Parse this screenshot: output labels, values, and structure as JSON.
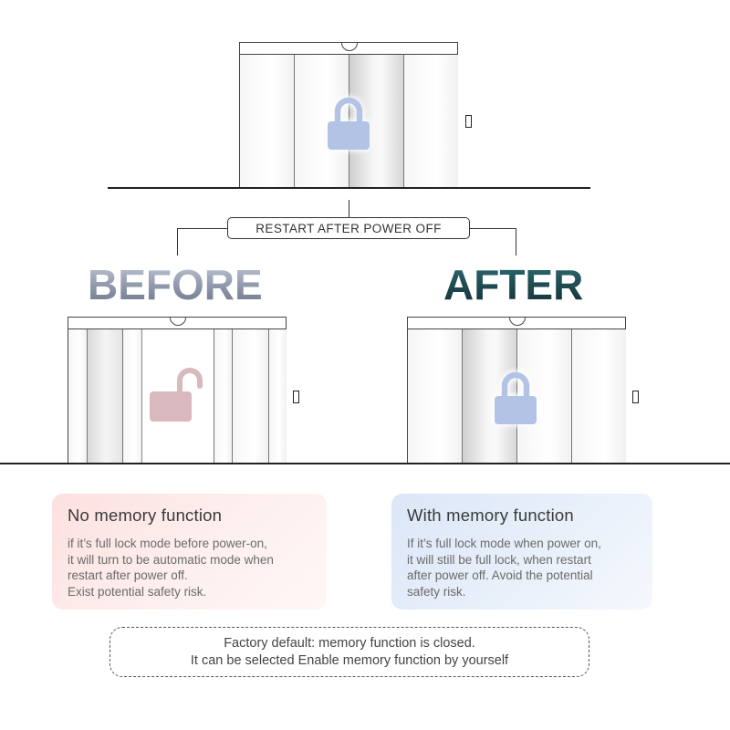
{
  "connector": {
    "label": "RESTART AFTER POWER OFF"
  },
  "before": {
    "title": "BEFORE",
    "lock_state": "unlocked",
    "lock_icon": "unlocked-padlock-icon",
    "lock_color": "#d9b9bd"
  },
  "after": {
    "title": "AFTER",
    "lock_state": "locked",
    "lock_icon": "padlock-icon",
    "lock_color": "#b3c3e6"
  },
  "top_door": {
    "lock_state": "locked",
    "lock_icon": "padlock-icon",
    "lock_color": "#b3c3e6"
  },
  "cards": [
    {
      "title": "No memory function",
      "lines": [
        "if it’s full lock mode before power-on,",
        "it will turn to be automatic mode when",
        "restart after power off.",
        "Exist potential safety risk."
      ],
      "accent": "#fde0e0"
    },
    {
      "title": "With memory function",
      "lines": [
        "If it’s full lock mode when power on,",
        "it will still be full lock, when restart",
        "after power off. Avoid the potential",
        "safety risk."
      ],
      "accent": "#dbe6f7"
    }
  ],
  "note": {
    "line1": "Factory default: memory function is closed.",
    "line2": "It can be selected Enable memory function by yourself"
  },
  "colors": {
    "before_title_gradient": [
      "#c4cad7",
      "#6c7587"
    ],
    "after_title_gradient": [
      "#2d6f74",
      "#153035"
    ],
    "line": "#222222"
  }
}
